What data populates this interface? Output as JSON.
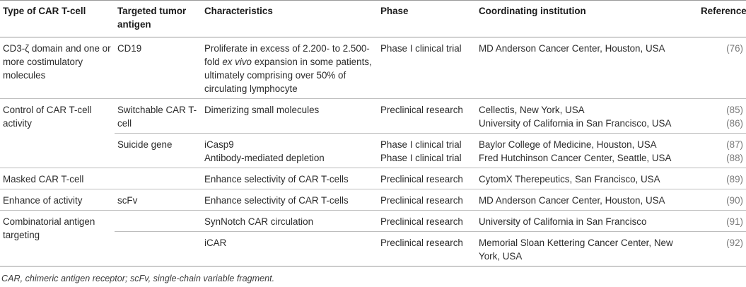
{
  "headers": {
    "type": "Type of CAR T-cell",
    "antigen": "Targeted tumor antigen",
    "characteristics": "Characteristics",
    "phase": "Phase",
    "institution": "Coordinating institution",
    "reference": "Reference"
  },
  "rows": {
    "r1": {
      "type": "CD3-ζ domain and one or more costimulatory molecules",
      "antigen": "CD19",
      "char_a": "Proliferate in excess of 2.200- to 2.500-fold ",
      "char_em": "ex vivo",
      "char_b": " expansion in some patients, ultimately comprising over 50% of circulating lymphocyte",
      "phase": "Phase I clinical trial",
      "institution": "MD Anderson Cancer Center, Houston, USA",
      "reference": "(76)"
    },
    "r2": {
      "type": "Control of CAR T-cell activity",
      "antigen": "Switchable CAR T-cell",
      "characteristics": "Dimerizing small molecules",
      "phase": "Preclinical research",
      "institution_1": "Cellectis, New York, USA",
      "institution_2": "University of California in San Francisco, USA",
      "reference_1": "(85)",
      "reference_2": "(86)"
    },
    "r3": {
      "antigen": "Suicide gene",
      "char_1": "iCasp9",
      "char_2": "Antibody-mediated depletion",
      "phase_1": "Phase I clinical trial",
      "phase_2": "Phase I clinical trial",
      "institution_1": "Baylor College of Medicine, Houston, USA",
      "institution_2": "Fred Hutchinson Cancer Center, Seattle, USA",
      "reference_1": "(87)",
      "reference_2": "(88)"
    },
    "r4": {
      "type": "Masked CAR T-cell",
      "characteristics": "Enhance selectivity of CAR T-cells",
      "phase": "Preclinical research",
      "institution": "CytomX Therepeutics, San Francisco, USA",
      "reference": "(89)"
    },
    "r5": {
      "type": "Enhance of activity",
      "antigen": "scFv",
      "characteristics": "Enhance selectivity of CAR T-cells",
      "phase": "Preclinical research",
      "institution": "MD Anderson Cancer Center, Houston, USA",
      "reference": "(90)"
    },
    "r6": {
      "type": "Combinatorial antigen targeting",
      "characteristics": "SynNotch CAR circulation",
      "phase": "Preclinical research",
      "institution": "University of California in San Francisco",
      "reference": "(91)"
    },
    "r7": {
      "characteristics": "iCAR",
      "phase": "Preclinical research",
      "institution": "Memorial Sloan Kettering Cancer Center, New York, USA",
      "reference": "(92)"
    }
  },
  "footnote": "CAR, chimeric antigen receptor; scFv, single-chain variable fragment."
}
